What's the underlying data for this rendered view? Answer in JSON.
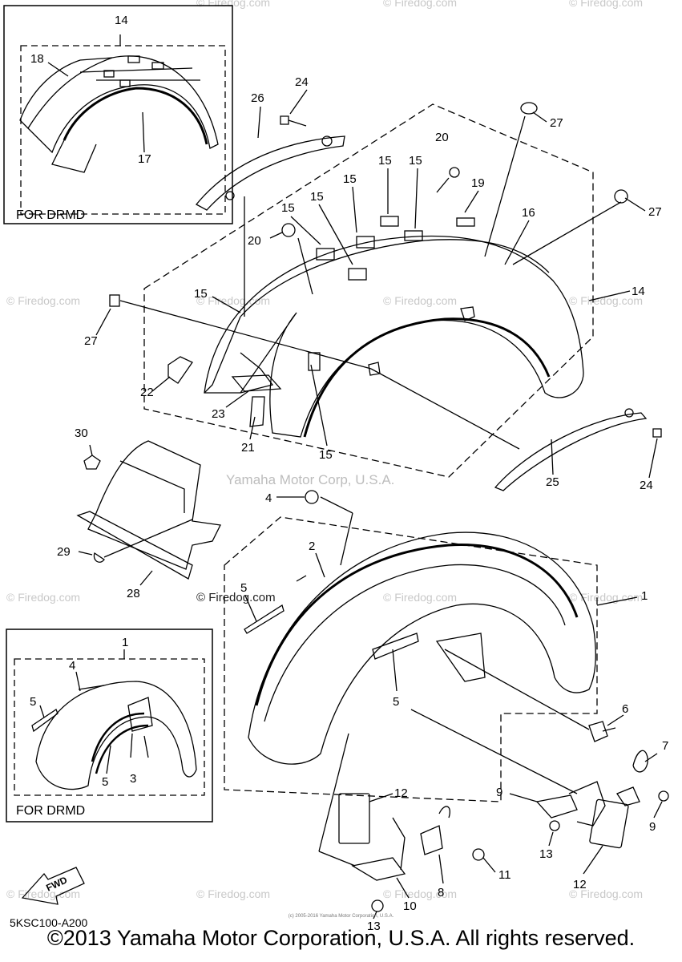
{
  "watermark": {
    "text": "© Firedog.com",
    "partial_top": "© Firedog.com"
  },
  "center_watermark": "Yamaha Motor Corp, U.S.A.",
  "insets": {
    "top_left": {
      "caption": "FOR DRMD"
    },
    "bottom_left": {
      "caption": "FOR DRMD"
    }
  },
  "callouts": {
    "c14_inset": "14",
    "c18": "18",
    "c17": "17",
    "c24_top": "24",
    "c26": "26",
    "c27_top": "27",
    "c27_right": "27",
    "c27_left": "27",
    "c20_top": "20",
    "c20_left": "20",
    "c19": "19",
    "c16": "16",
    "c14_right": "14",
    "c15_a": "15",
    "c15_b": "15",
    "c15_c": "15",
    "c15_d": "15",
    "c15_e": "15",
    "c15_f": "15",
    "c22": "22",
    "c23": "23",
    "c21": "21",
    "c15_g": "15",
    "c25": "25",
    "c24_right": "24",
    "c30": "30",
    "c4": "4",
    "c29": "29",
    "c28": "28",
    "c2": "2",
    "c5_main": "5",
    "c5_lower": "5",
    "c1_right": "1",
    "c6": "6",
    "c7": "7",
    "c9_left": "9",
    "c9_right": "9",
    "c13_right": "13",
    "c12_left": "12",
    "c12_right": "12",
    "c11": "11",
    "c8": "8",
    "c10": "10",
    "c13_bottom": "13",
    "c1_inset": "1",
    "c4_inset": "4",
    "c5_inset_a": "5",
    "c5_inset_b": "5",
    "c3_inset": "3"
  },
  "fwd_label": "FWD",
  "diagram_code": "5KSC100-A200",
  "tiny_credit": "(c) 2005-2016 Yamaha Motor Corporation, U.S.A.",
  "copyright": "©2013 Yamaha Motor Corporation, U.S.A. All rights reserved."
}
